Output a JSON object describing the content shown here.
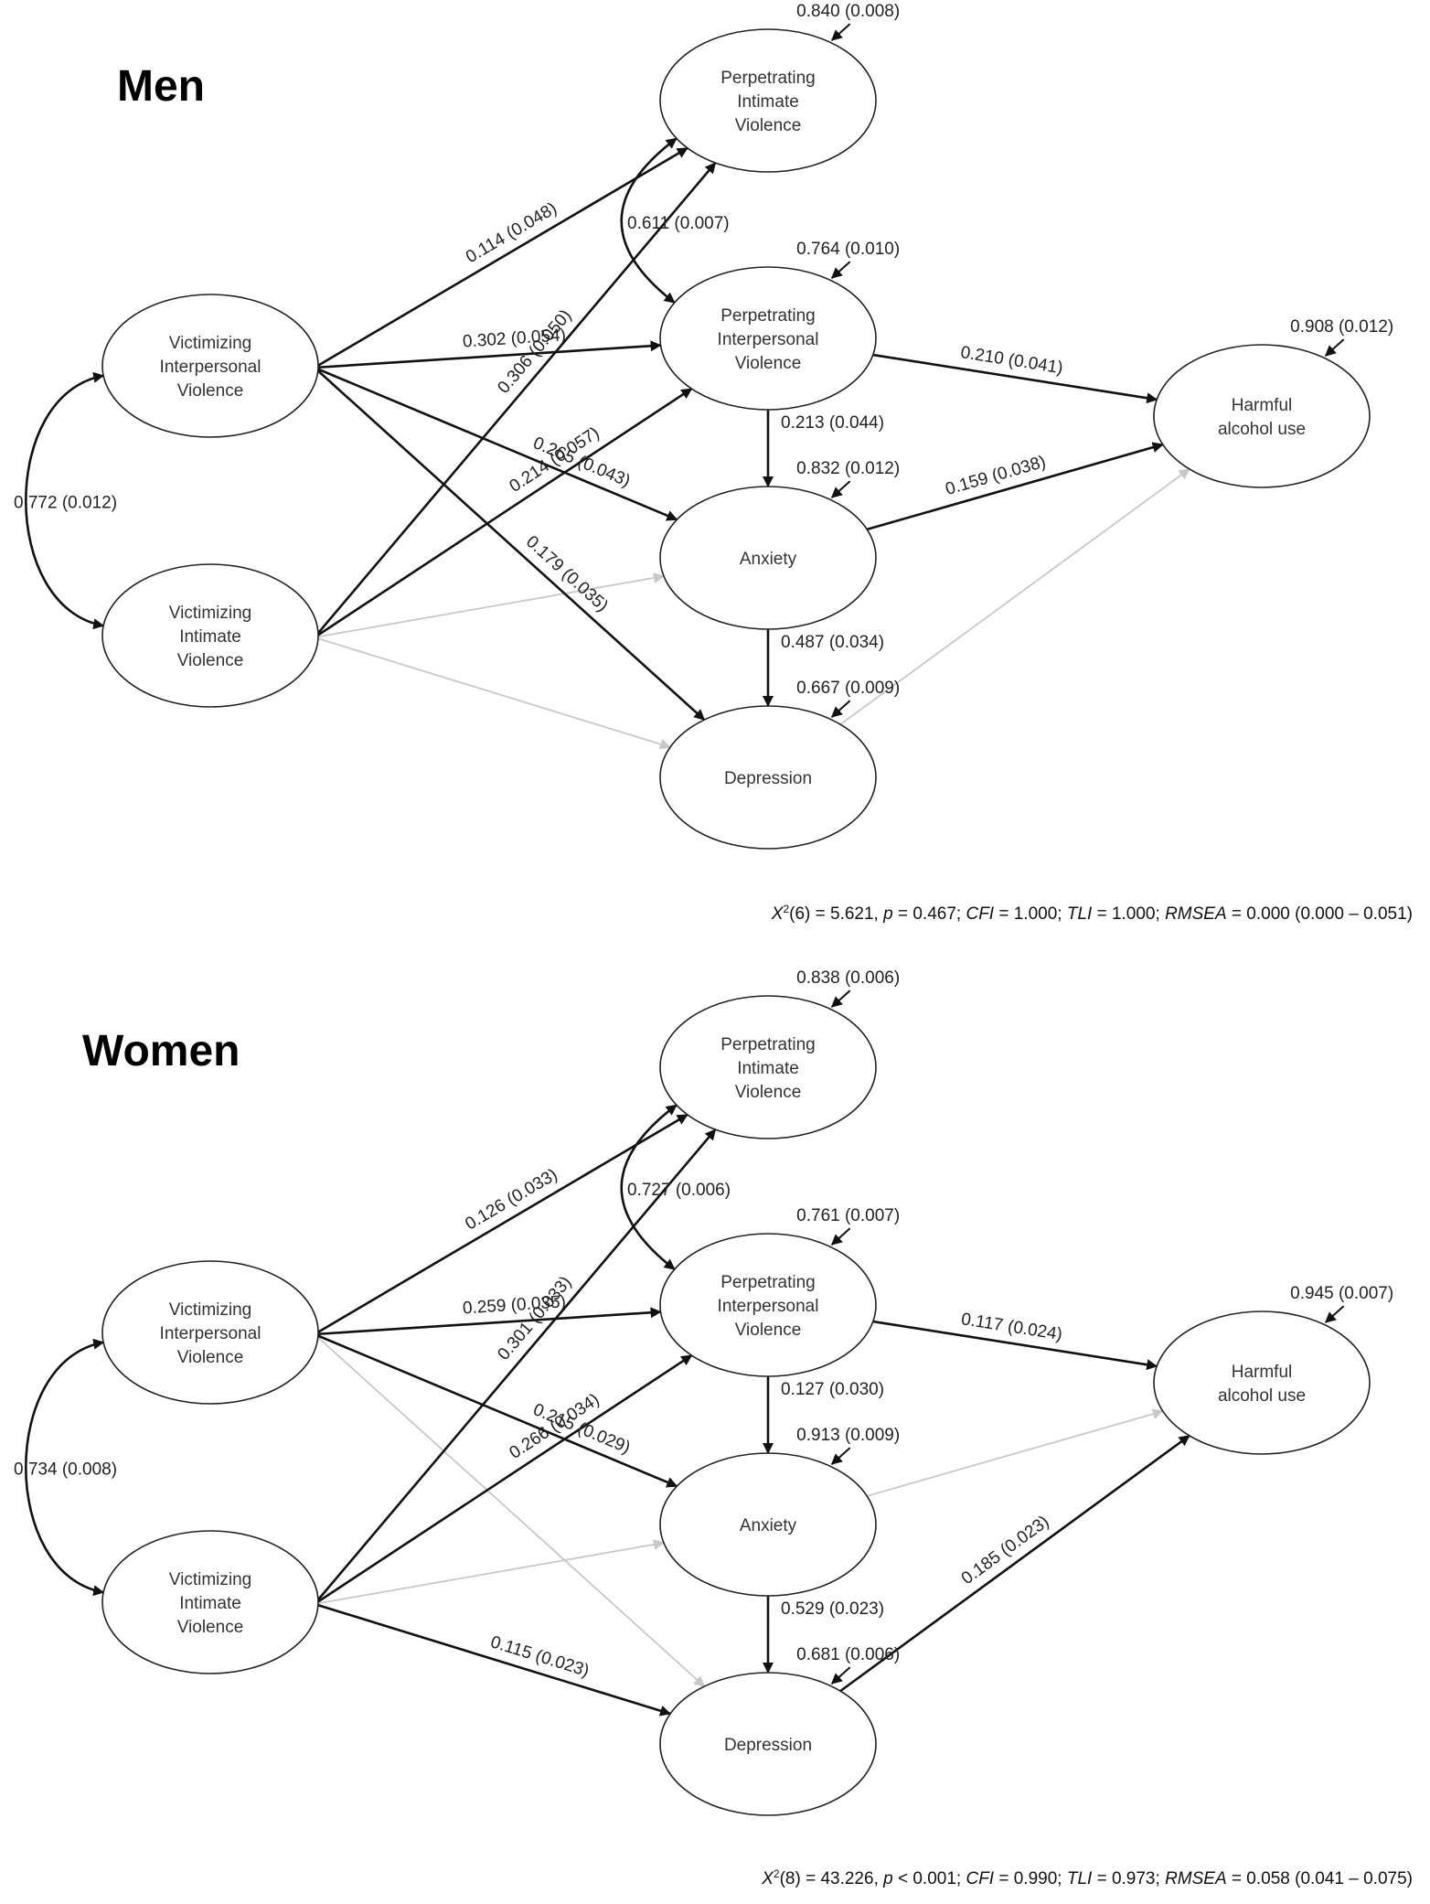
{
  "panels": [
    {
      "title": "Men",
      "nodes": {
        "VIV": [
          "Victimizing",
          "Interpersonal",
          "Violence"
        ],
        "VIN": [
          "Victimizing",
          "Intimate",
          "Violence"
        ],
        "PIN": [
          "Perpetrating",
          "Intimate",
          "Violence"
        ],
        "PIV": [
          "Perpetrating",
          "Interpersonal",
          "Violence"
        ],
        "ANX": [
          "Anxiety"
        ],
        "DEP": [
          "Depression"
        ],
        "HAU": [
          "Harmful",
          "alcohol use"
        ]
      },
      "residuals": {
        "PIN": "0.840 (0.008)",
        "PIV": "0.764 (0.010)",
        "ANX": "0.832 (0.012)",
        "DEP": "0.667 (0.009)",
        "HAU": "0.908 (0.012)"
      },
      "paths": [
        {
          "from": "VIV",
          "to": "PIN",
          "significant": true,
          "label": "0.114 (0.048)"
        },
        {
          "from": "VIN",
          "to": "PIN",
          "significant": true,
          "label": "0.306 (0.050)"
        },
        {
          "from": "VIV",
          "to": "PIV",
          "significant": true,
          "label": "0.302 (0.054)"
        },
        {
          "from": "VIN",
          "to": "PIV",
          "significant": true,
          "label": "0.214 (0.057)"
        },
        {
          "from": "VIV",
          "to": "ANX",
          "significant": true,
          "label": "0.265 (0.043)"
        },
        {
          "from": "VIV",
          "to": "DEP",
          "significant": true,
          "label": "0.179 (0.035)"
        },
        {
          "from": "VIN",
          "to": "ANX",
          "significant": false,
          "label": ""
        },
        {
          "from": "VIN",
          "to": "DEP",
          "significant": false,
          "label": ""
        },
        {
          "from": "PIV",
          "to": "ANX",
          "significant": true,
          "label": "0.213 (0.044)"
        },
        {
          "from": "ANX",
          "to": "DEP",
          "significant": true,
          "label": "0.487 (0.034)"
        },
        {
          "from": "PIV",
          "to": "HAU",
          "significant": true,
          "label": "0.210 (0.041)"
        },
        {
          "from": "ANX",
          "to": "HAU",
          "significant": true,
          "label": "0.159 (0.038)"
        },
        {
          "from": "DEP",
          "to": "HAU",
          "significant": false,
          "label": ""
        }
      ],
      "covariances": [
        {
          "between": [
            "VIV",
            "VIN"
          ],
          "label": "0.772 (0.012)"
        },
        {
          "between": [
            "PIN",
            "PIV"
          ],
          "label": "0.611 (0.007)"
        }
      ],
      "fit": {
        "chi_df": "(6) = 5.621, ",
        "p_rel": " = 0.467; ",
        "cfi": " = 1.000; ",
        "tli": " = 1.000; ",
        "rmsea": " = 0.000 (0.000 – 0.051)"
      }
    },
    {
      "title": "Women",
      "nodes": {
        "VIV": [
          "Victimizing",
          "Interpersonal",
          "Violence"
        ],
        "VIN": [
          "Victimizing",
          "Intimate",
          "Violence"
        ],
        "PIN": [
          "Perpetrating",
          "Intimate",
          "Violence"
        ],
        "PIV": [
          "Perpetrating",
          "Interpersonal",
          "Violence"
        ],
        "ANX": [
          "Anxiety"
        ],
        "DEP": [
          "Depression"
        ],
        "HAU": [
          "Harmful",
          "alcohol use"
        ]
      },
      "residuals": {
        "PIN": "0.838 (0.006)",
        "PIV": "0.761 (0.007)",
        "ANX": "0.913 (0.009)",
        "DEP": "0.681 (0.006)",
        "HAU": "0.945 (0.007)"
      },
      "paths": [
        {
          "from": "VIV",
          "to": "PIN",
          "significant": true,
          "label": "0.126 (0.033)"
        },
        {
          "from": "VIN",
          "to": "PIN",
          "significant": true,
          "label": "0.301 (0.033)"
        },
        {
          "from": "VIV",
          "to": "PIV",
          "significant": true,
          "label": "0.259 (0.035)"
        },
        {
          "from": "VIN",
          "to": "PIV",
          "significant": true,
          "label": "0.266 (0.034)"
        },
        {
          "from": "VIV",
          "to": "ANX",
          "significant": true,
          "label": "0.215 (0.029)"
        },
        {
          "from": "VIV",
          "to": "DEP",
          "significant": false,
          "label": ""
        },
        {
          "from": "VIN",
          "to": "ANX",
          "significant": false,
          "label": ""
        },
        {
          "from": "VIN",
          "to": "DEP",
          "significant": true,
          "label": "0.115 (0.023)"
        },
        {
          "from": "PIV",
          "to": "ANX",
          "significant": true,
          "label": "0.127 (0.030)"
        },
        {
          "from": "ANX",
          "to": "DEP",
          "significant": true,
          "label": "0.529 (0.023)"
        },
        {
          "from": "PIV",
          "to": "HAU",
          "significant": true,
          "label": "0.117 (0.024)"
        },
        {
          "from": "ANX",
          "to": "HAU",
          "significant": false,
          "label": ""
        },
        {
          "from": "DEP",
          "to": "HAU",
          "significant": true,
          "label": "0.185 (0.023)"
        }
      ],
      "covariances": [
        {
          "between": [
            "VIV",
            "VIN"
          ],
          "label": "0.734 (0.008)"
        },
        {
          "between": [
            "PIN",
            "PIV"
          ],
          "label": "0.727 (0.006)"
        }
      ],
      "fit": {
        "chi_df": "(8) = 43.226, ",
        "p_rel": " < 0.001; ",
        "cfi": " = 0.990; ",
        "tli": " = 0.973; ",
        "rmsea": " = 0.058 (0.041 – 0.075)"
      }
    }
  ],
  "fit_terms": {
    "chi": "X",
    "sup": "2",
    "p": "p",
    "cfi": "CFI",
    "tli": "TLI",
    "rmsea": "RMSEA"
  },
  "colors": {
    "significant": "#111111",
    "nonsignificant": "#c8c8c8",
    "node_border": "#222222"
  }
}
